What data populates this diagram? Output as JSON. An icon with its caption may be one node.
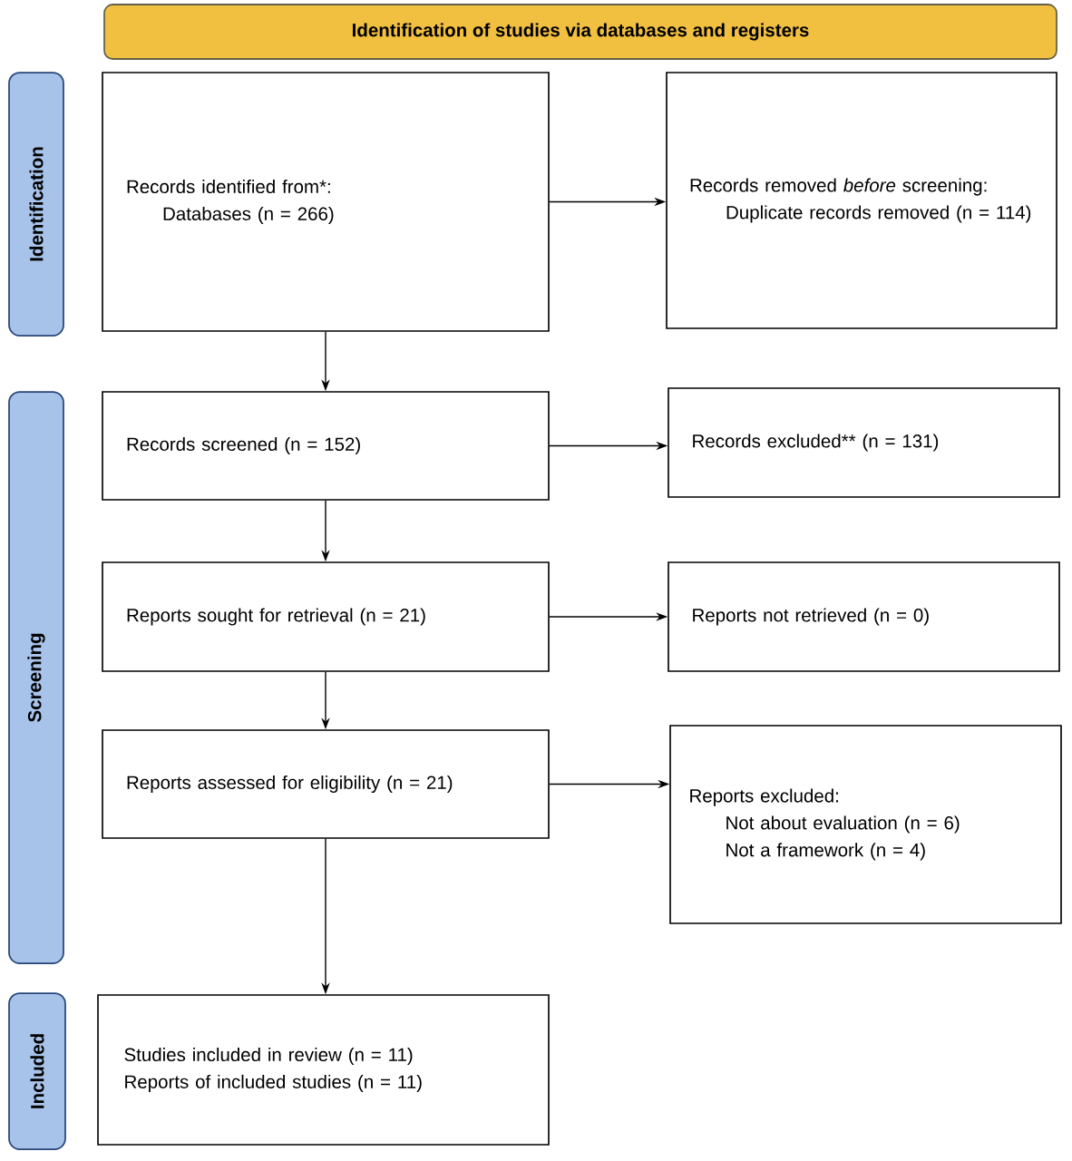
{
  "diagram": {
    "nodes": [
      {
        "text": [
          "Identification of studies via databases and registers"
        ]
      },
      {
        "text": [
          "Identification"
        ]
      },
      {
        "text": [
          "Screening"
        ]
      },
      {
        "text": [
          "Included"
        ]
      },
      {
        "text": [
          "Records identified from*:",
          "Databases (n = 266)"
        ]
      },
      {
        "text": [
          "Records removed *before* screening:",
          "Duplicate records removed (n = 114)"
        ]
      },
      {
        "text": [
          "Records screened (n = 152)"
        ]
      },
      {
        "text": [
          "Records excluded** (n = 131)"
        ]
      },
      {
        "text": [
          "Reports sought for retrieval (n = 21)"
        ]
      },
      {
        "text": [
          "Reports not retrieved (n = 0)"
        ]
      },
      {
        "text": [
          "Reports assessed for eligibility (n = 21)"
        ]
      },
      {
        "text": [
          "Reports excluded:",
          "Not about evaluation (n = 6)",
          "Not a framework (n = 4)"
        ]
      },
      {
        "text": [
          "Studies included in review (n = 11)",
          "Reports of included studies (n = 11)"
        ]
      }
    ],
    "edges": [
      {
        "from": 4,
        "to": 5,
        "arrow": "to"
      },
      {
        "from": 4,
        "to": 6,
        "arrow": "to"
      },
      {
        "from": 6,
        "to": 7,
        "arrow": "to"
      },
      {
        "from": 6,
        "to": 8,
        "arrow": "to"
      },
      {
        "from": 8,
        "to": 9,
        "arrow": "to"
      },
      {
        "from": 8,
        "to": 10,
        "arrow": "to"
      },
      {
        "from": 10,
        "to": 11,
        "arrow": "to"
      },
      {
        "from": 10,
        "to": 12,
        "arrow": "to"
      }
    ]
  }
}
